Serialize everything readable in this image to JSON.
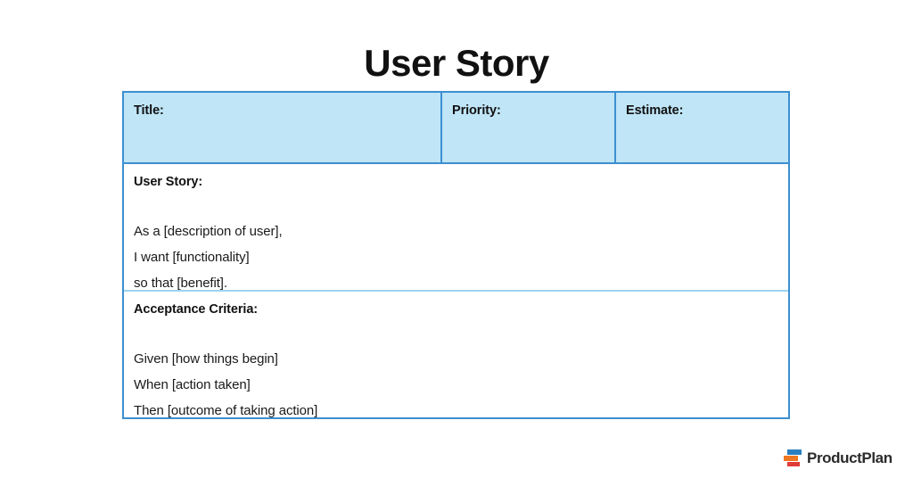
{
  "document": {
    "title": "User Story"
  },
  "table": {
    "header": {
      "title_label": "Title:",
      "priority_label": "Priority:",
      "estimate_label": "Estimate:"
    },
    "sections": [
      {
        "heading": "User Story:",
        "lines": [
          "As a [description of user],",
          "I want [functionality]",
          "so that [benefit]."
        ]
      },
      {
        "heading": "Acceptance Criteria:",
        "lines": [
          "Given [how things begin]",
          "When [action taken]",
          "Then [outcome of taking action]"
        ]
      }
    ]
  },
  "footer": {
    "brand_name": "ProductPlan",
    "brand_icon": "productplan-bars-icon"
  },
  "colors": {
    "header_fill": "#bfe5f7",
    "border_blue": "#3d8fd0",
    "divider_blue": "#9cd3ef",
    "text_dark": "#111111",
    "logo_blue": "#2a7fc1",
    "logo_orange": "#ef7622",
    "logo_red": "#e03b36"
  }
}
